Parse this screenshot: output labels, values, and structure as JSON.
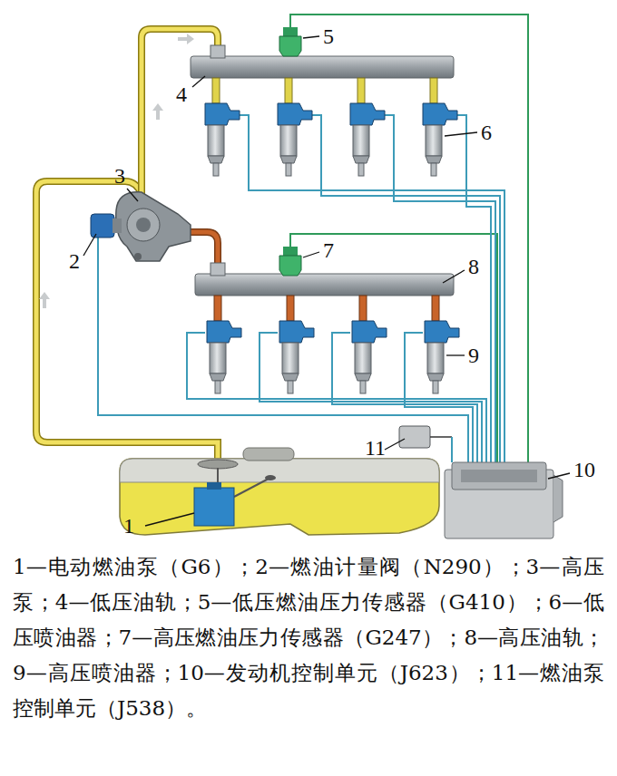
{
  "diagram": {
    "caption": "1—电动燃油泵（G6）；2—燃油计量阀（N290）；3—高压泵；4—低压油轨；5—低压燃油压力传感器（G410）；6—低压喷油器；7—高压燃油压力传感器（G247）；8—高压油轨；9—高压喷油器；10—发动机控制单元（J623）；11—燃油泵控制单元（J538）。",
    "labels": [
      "5",
      "4",
      "6",
      "3",
      "2",
      "7",
      "8",
      "9",
      "11",
      "10",
      "1"
    ]
  }
}
